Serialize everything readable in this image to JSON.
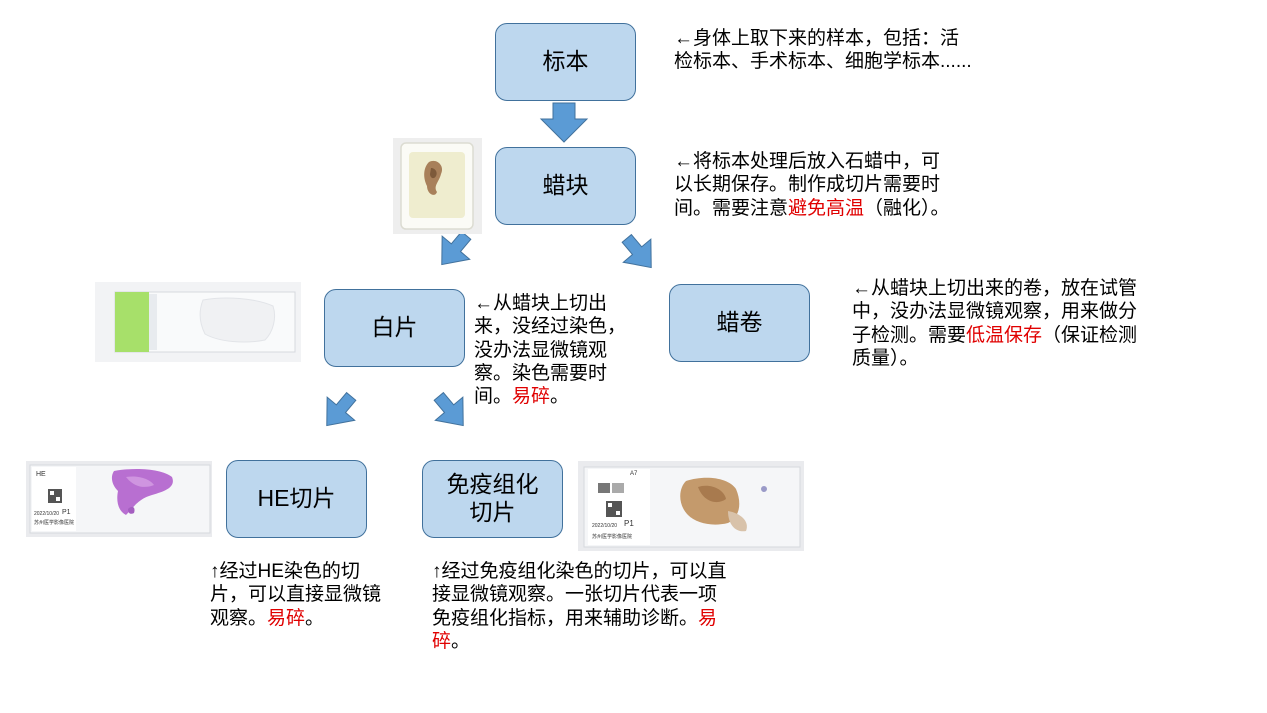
{
  "colors": {
    "node_fill": "#bdd7ee",
    "node_border": "#41719c",
    "arrow": "#5b9bd5",
    "highlight": "#e00000"
  },
  "nodes": {
    "specimen": "标本",
    "wax_block": "蜡块",
    "white_slide": "白片",
    "wax_roll": "蜡卷",
    "he_slide": "HE切片",
    "ihc_slide_line1": "免疫组化",
    "ihc_slide_line2": "切片"
  },
  "notes": {
    "specimen": {
      "text": "←身体上取下来的样本，包括：活检标本、手术标本、细胞学标本......"
    },
    "wax_block": {
      "text_pre": "←将标本处理后放入石蜡中，可以长期保存。制作成切片需要时间。需要注意",
      "text_red": "避免高温",
      "text_post": "（融化）。"
    },
    "white_slide": {
      "text_pre": "←从蜡块上切出来，没经过染色，没办法显微镜观察。染色需要时间。",
      "text_red": "易碎",
      "text_post": "。"
    },
    "wax_roll": {
      "text_pre": "←从蜡块上切出来的卷，放在试管中，没办法显微镜观察，用来做分子检测。需要",
      "text_red": "低温保存",
      "text_post": "（保证检测质量）。"
    },
    "he_slide": {
      "text_pre": "↑经过HE染色的切片，可以直接显微镜观察。",
      "text_red": "易碎",
      "text_post": "。"
    },
    "ihc_slide": {
      "text_pre": "↑经过免疫组化染色的切片，可以直接显微镜观察。一张切片代表一项免疫组化指标，用来辅助诊断。",
      "text_red": "易碎",
      "text_post": "。"
    }
  },
  "photos": {
    "he_label_top": "HE",
    "he_label_date": "2022/10/20",
    "he_label_id": "P1",
    "he_label_hospital": "苏州医学影像医院",
    "ihc_label_top": "A7",
    "ihc_label_date": "2022/10/20",
    "ihc_label_id": "P1",
    "ihc_label_hospital": "苏州医学影像医院"
  }
}
